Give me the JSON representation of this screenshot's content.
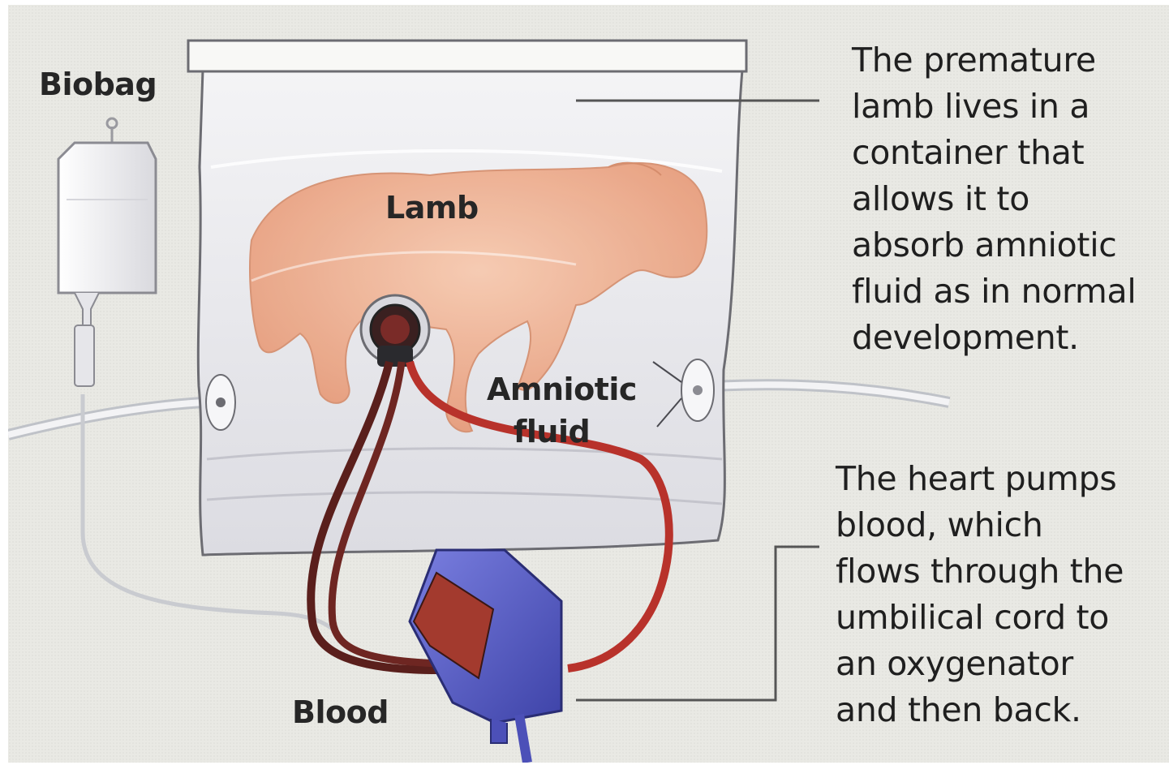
{
  "labels": {
    "biobag": "Biobag",
    "lamb": "Lamb",
    "amniotic_line1": "Amniotic",
    "amniotic_line2": "fluid",
    "blood": "Blood"
  },
  "captions": {
    "top": [
      "The premature",
      "lamb lives in a",
      "container that",
      "allows it to",
      "absorb amniotic",
      "fluid as in normal",
      "development."
    ],
    "bottom": [
      "The heart pumps",
      "blood, which",
      "flows through the",
      "umbilical cord to",
      "an oxygenator",
      "and then back."
    ]
  },
  "colors": {
    "background": "#e9e9e4",
    "lamb": "#f2b89a",
    "blood_dark": "#5a1f1c",
    "blood_red": "#b8322b",
    "oxygenator": "#5a5fc4",
    "text": "#262626"
  }
}
